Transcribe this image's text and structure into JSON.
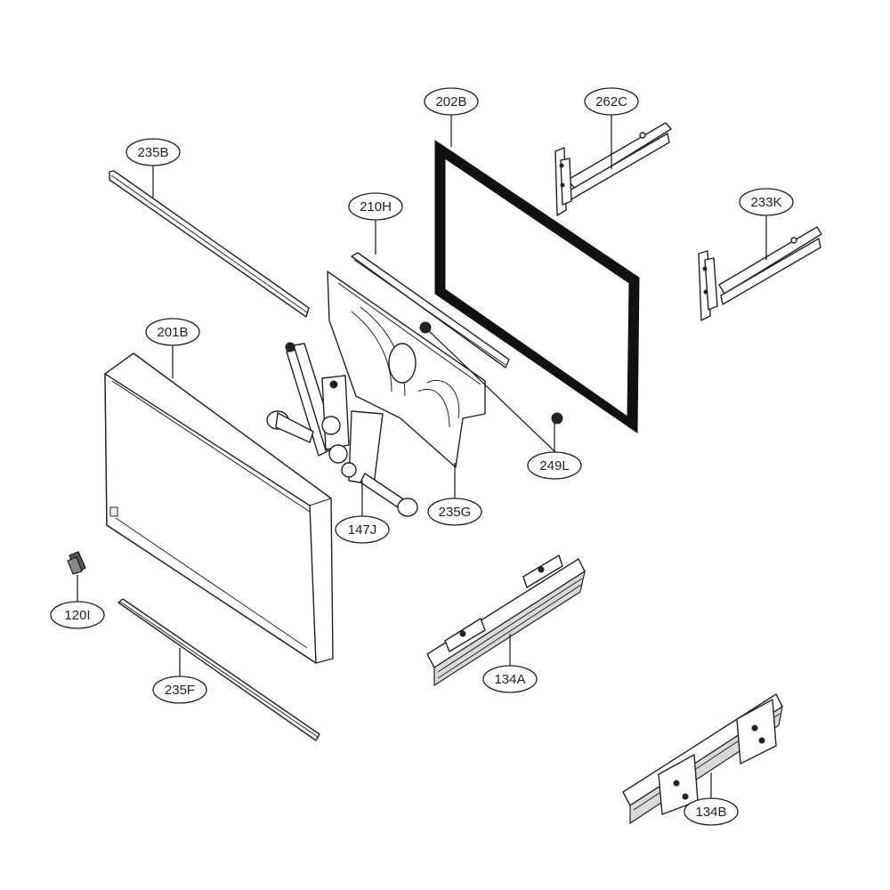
{
  "diagram": {
    "parts": [
      {
        "id": "235B",
        "label": "235B"
      },
      {
        "id": "202B",
        "label": "202B"
      },
      {
        "id": "262C",
        "label": "262C"
      },
      {
        "id": "210H",
        "label": "210H"
      },
      {
        "id": "233K",
        "label": "233K"
      },
      {
        "id": "201B",
        "label": "201B"
      },
      {
        "id": "249L",
        "label": "249L"
      },
      {
        "id": "235G",
        "label": "235G"
      },
      {
        "id": "147J",
        "label": "147J"
      },
      {
        "id": "120I",
        "label": "120I"
      },
      {
        "id": "134A",
        "label": "134A"
      },
      {
        "id": "235F",
        "label": "235F"
      },
      {
        "id": "134B",
        "label": "134B"
      }
    ]
  }
}
